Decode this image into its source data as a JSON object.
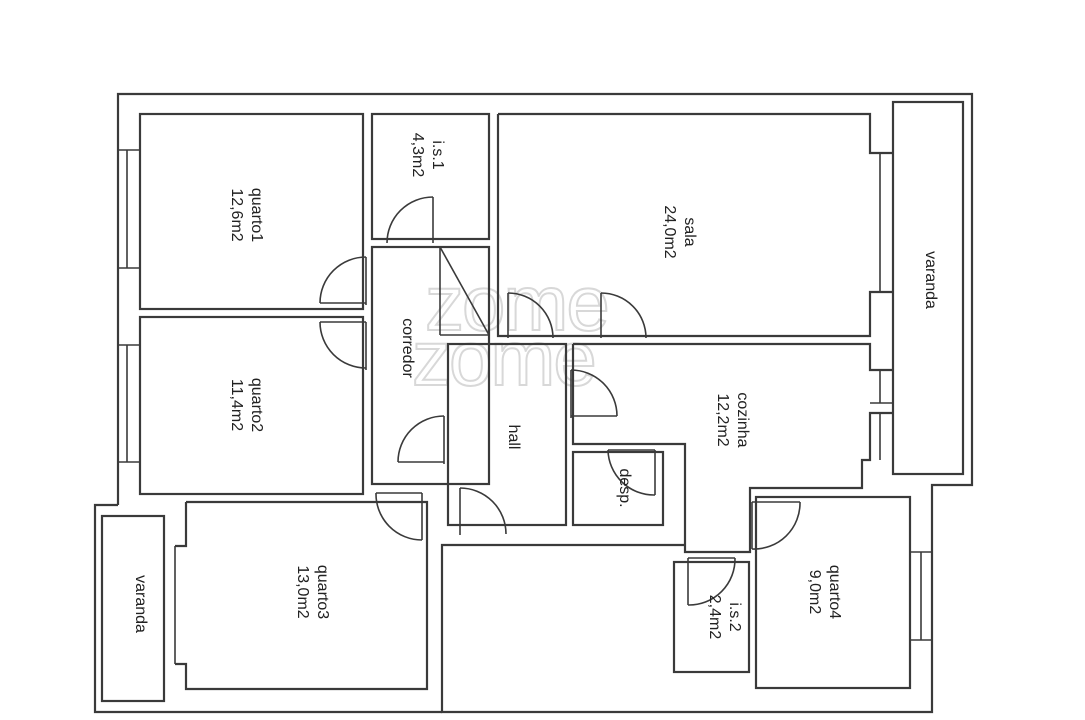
{
  "plan": {
    "watermark": [
      "zome",
      "zome"
    ],
    "rooms": [
      {
        "id": "quarto1",
        "name": "quarto1",
        "area": "12,6m2"
      },
      {
        "id": "is1",
        "name": "i.s.1",
        "area": "4,3m2"
      },
      {
        "id": "sala",
        "name": "sala",
        "area": "24,0m2"
      },
      {
        "id": "varanda_east",
        "name": "varanda",
        "area": ""
      },
      {
        "id": "corredor",
        "name": "corredor",
        "area": ""
      },
      {
        "id": "quarto2",
        "name": "quarto2",
        "area": "11,4m2"
      },
      {
        "id": "hall",
        "name": "hall",
        "area": ""
      },
      {
        "id": "cozinha",
        "name": "cozinha",
        "area": "12,2m2"
      },
      {
        "id": "desp",
        "name": "desp.",
        "area": ""
      },
      {
        "id": "quarto3",
        "name": "quarto3",
        "area": "13,0m2"
      },
      {
        "id": "varanda_west",
        "name": "varanda",
        "area": ""
      },
      {
        "id": "is2",
        "name": "i.s.2",
        "area": "2,4m2"
      },
      {
        "id": "quarto4",
        "name": "quarto4",
        "area": "9,0m2"
      }
    ]
  }
}
